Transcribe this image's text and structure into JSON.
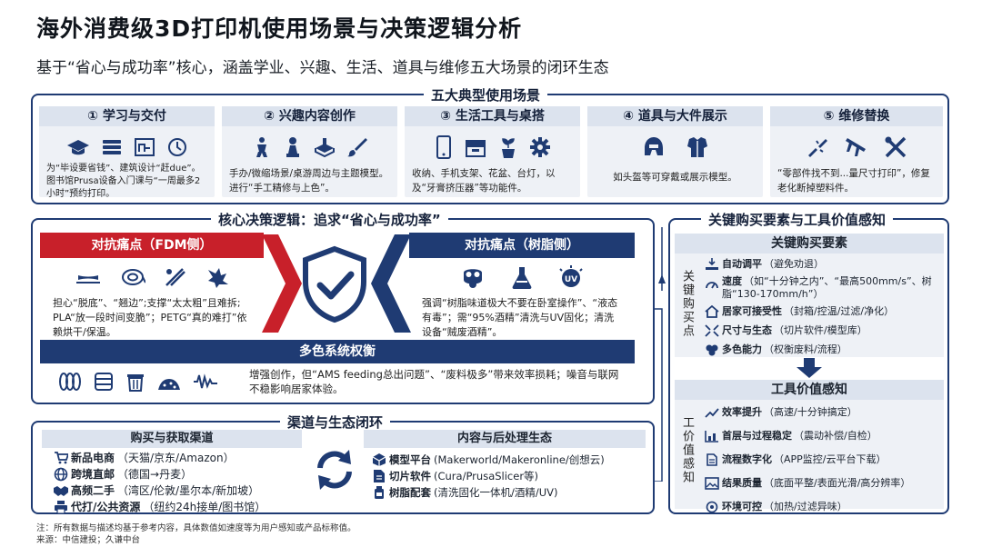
{
  "title": "海外消费级3D打印机使用场景与决策逻辑分析",
  "subtitle": "基于“省心与成功率”核心，涵盖学业、兴趣、生活、道具与维修五大场景的闭环生态",
  "scenes_section": {
    "label": "五大典型使用场景",
    "scenes": [
      {
        "title": "① 学习与交付",
        "desc": "为“毕设要省钱”、建筑设计“赶due”。图书馆Prusa设备入门课与“一周最多2小时”预约打印。"
      },
      {
        "title": "② 兴趣内容创作",
        "desc": "手办/微缩场景/桌游周边与主题模型。进行“手工精修与上色”。"
      },
      {
        "title": "③ 生活工具与桌搭",
        "desc": "收纳、手机支架、花盆、台灯，以及“牙膏挤压器”等功能件。"
      },
      {
        "title": "④ 道具与大件展示",
        "desc": "如头盔等可穿戴或展示模型。"
      },
      {
        "title": "⑤ 维修替换",
        "desc": "“零部件找不到...量尺寸打印”，修复老化断掉塑料件。"
      }
    ]
  },
  "decision": {
    "label": "核心决策逻辑：追求“省心与成功率”",
    "fdm": {
      "title": "对抗痛点（FDM侧）",
      "desc": "担心“脱底”、“翘边”;支撑“太太粗”且难拆; PLA“放一段时间变脆”；PETG“真的难打”依赖烘干/保温。"
    },
    "resin": {
      "title": "对抗痛点（树脂侧）",
      "desc": "强调“树脂味道极大不要在卧室操作”、“液态有毒”；需“95%酒精”清洗与UV固化；清洗设备“贼废酒精”。",
      "uv_label": "UV"
    },
    "multi": {
      "title": "多色系统权衡",
      "desc": "增强创作，但“AMS feeding总出问题”、“废料极多”带来效率损耗；噪音与联网不稳影响居家体验。"
    }
  },
  "channels": {
    "label": "渠道与生态闭环",
    "purchase": {
      "title": "购买与获取渠道",
      "items": [
        {
          "name": "新品电商",
          "detail": "（天猫/京东/Amazon）"
        },
        {
          "name": "跨境直邮",
          "detail": "（德国→丹麦）"
        },
        {
          "name": "高频二手",
          "detail": "（湾区/伦敦/墨尔本/新加坡）"
        },
        {
          "name": "代打/公共资源",
          "detail": "（纽约24h接单/图书馆）"
        }
      ]
    },
    "content": {
      "title": "内容与后处理生态",
      "items": [
        {
          "name": "模型平台",
          "detail": "(Makerworld/Makeronline/创想云)"
        },
        {
          "name": "切片软件",
          "detail": "(Cura/PrusaSlicer等)"
        },
        {
          "name": "树脂配套",
          "detail": "(清洗固化一体机/酒精/UV)"
        }
      ]
    }
  },
  "factors": {
    "label": "关键购买要素与工具价值感知",
    "key": {
      "title": "关键购买要素",
      "side_label": "关键购买点",
      "items": [
        {
          "name": "自动调平",
          "detail": "（避免劝退）"
        },
        {
          "name": "速度",
          "detail": "（如“十分钟之内”、“最高500mm/s”、树脂“130-170mm/h”）"
        },
        {
          "name": "居家可接受性",
          "detail": "（封箱/控温/过滤/净化）"
        },
        {
          "name": "尺寸与生态",
          "detail": "（切片软件/模型库）"
        },
        {
          "name": "多色能力",
          "detail": "（权衡废料/流程）"
        }
      ]
    },
    "value": {
      "title": "工具价值感知",
      "side_label": "工价值感知",
      "items": [
        {
          "name": "效率提升",
          "detail": "（高速/十分钟搞定）"
        },
        {
          "name": "首层与过程稳定",
          "detail": "（震动补偿/自检）"
        },
        {
          "name": "流程数字化",
          "detail": "（APP监控/云平台下载）"
        },
        {
          "name": "结果质量",
          "detail": "（底面平整/表面光滑/高分辨率）"
        },
        {
          "name": "环境可控",
          "detail": "（加热/过滤异味）"
        }
      ]
    }
  },
  "notes": {
    "line1": "注：所有数据与描述均基于参考内容，具体数值如速度等为用户感知或产品标称值。",
    "line2": "来源：中信建投；久谦中台"
  },
  "colors": {
    "navy": "#1f3b73",
    "red": "#c8202a",
    "light": "#eef1f6"
  }
}
